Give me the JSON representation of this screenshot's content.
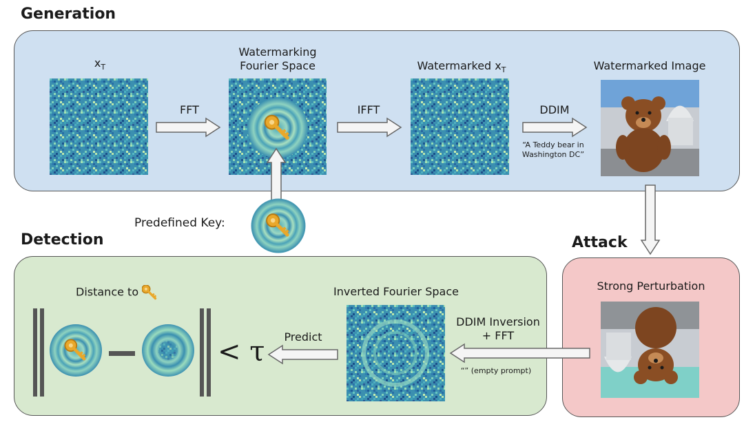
{
  "sections": {
    "generation": "Generation",
    "detection": "Detection",
    "attack": "Attack"
  },
  "generation": {
    "xt_label": "x",
    "xt_sub": "T",
    "fourier_line1": "Watermarking",
    "fourier_line2": "Fourier Space",
    "watermarked_xt": "Watermarked x",
    "watermarked_xt_sub": "T",
    "watermarked_image": "Watermarked Image",
    "fft": "FFT",
    "ifft": "IFFT",
    "ddim": "DDIM",
    "prompt_line1": "“A Teddy bear in",
    "prompt_line2": "Washington DC”"
  },
  "key": {
    "label": "Predefined Key:"
  },
  "attack": {
    "title": "Strong Perturbation"
  },
  "detection": {
    "inverted": "Inverted Fourier Space",
    "inversion_line1": "DDIM Inversion",
    "inversion_line2": "+ FFT",
    "empty_prompt": "“” (empty prompt)",
    "predict": "Predict",
    "distance": "Distance to",
    "threshold": "< τ"
  },
  "colors": {
    "generation_bg": "#cfe0f1",
    "detection_bg": "#d8e9cf",
    "attack_bg": "#f4c8c8",
    "noise_teal": "#2f8fa8",
    "key_gold": "#e7a72b"
  },
  "icons": [
    "key-icon",
    "arrow-right",
    "arrow-down",
    "arrow-up",
    "arrow-left"
  ]
}
